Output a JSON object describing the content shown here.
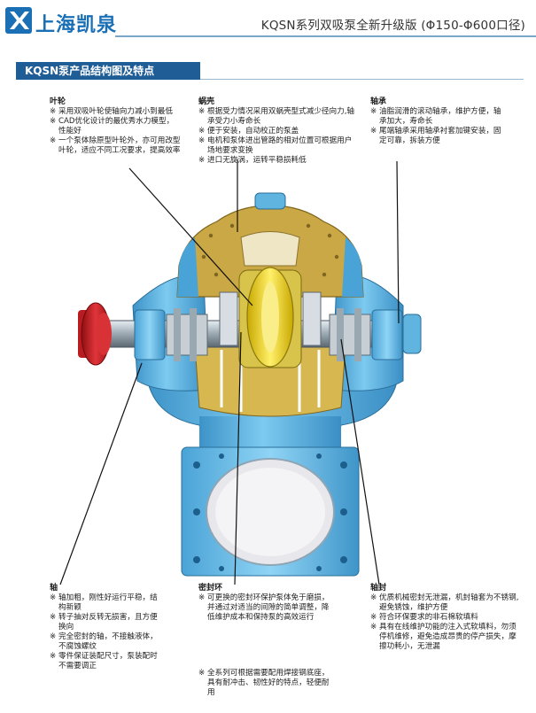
{
  "header": {
    "logo_text": "上海凯泉",
    "title": "KQSN系列双吸泵全新升级版 (Φ150-Φ600口径)"
  },
  "banner": {
    "label": "KQSN泵产品结构图及特点"
  },
  "marker": "※",
  "blocks": {
    "impeller": {
      "title": "叶轮",
      "items": [
        "采用双吸叶轮使轴向力减小到最低",
        "CAD优化设计的最优秀水力模型，性能好",
        "一个泵体除原型叶轮外，亦可用改型叶轮，适应不同工况要求，提高效率"
      ]
    },
    "volute": {
      "title": "蜗壳",
      "items": [
        "根据受力情况采用双蜗壳型式减少径向力,轴承受力小寿命长",
        "便于安装，自动校正的泵盖",
        "电机和泵体进出管路的相对位置可根据用户场地要求变换",
        "进口无旋涡，运转平稳损耗低"
      ]
    },
    "bearing": {
      "title": "轴承",
      "items": [
        "油脂润滑的滚动轴承，维护方便，轴承加大，寿命长",
        "尾端轴承采用轴承衬套加键安装，固定可靠，拆装方便"
      ]
    },
    "shaft": {
      "title": "轴",
      "items": [
        "轴加粗，刚性好运行平稳，结构新颖",
        "转子抽对反转无损害，且方便换向",
        "完全密封的轴，不接触液体，不腐蚀螺纹",
        "零件保证装配尺寸，泵装配时不需要调正"
      ]
    },
    "seal_ring": {
      "title": "密封环",
      "items": [
        "可更换的密封环保护泵体免于磨损，并通过对适当的间隙的简单调整，降低维护成本和保持泵的高效运行"
      ]
    },
    "shaft_seal": {
      "title": "轴封",
      "items": [
        "优质机械密封无泄漏，机封轴套为不锈钢,避免锈蚀，维护方便",
        "符合环保要求的非石棉软填料",
        "具有在线维护功能的注入式软填料，勿须停机维修，避免造成昂贵的停产损失，摩擦功耗小，无泄漏"
      ]
    },
    "base": {
      "title": "",
      "items": [
        "全系列可根据需要配用焊接钢底座，具有耐冲击、韧性好的特点，轻便耐用"
      ]
    }
  },
  "colors": {
    "brand": "#1a6fb5",
    "banner_bg": "#1f5d96",
    "pump_body": "#5fb4e0",
    "cutaway": "#c9a845",
    "impeller": "#f2d21a",
    "handwheel": "#d31f24"
  },
  "icons": [
    "logo-icon"
  ]
}
